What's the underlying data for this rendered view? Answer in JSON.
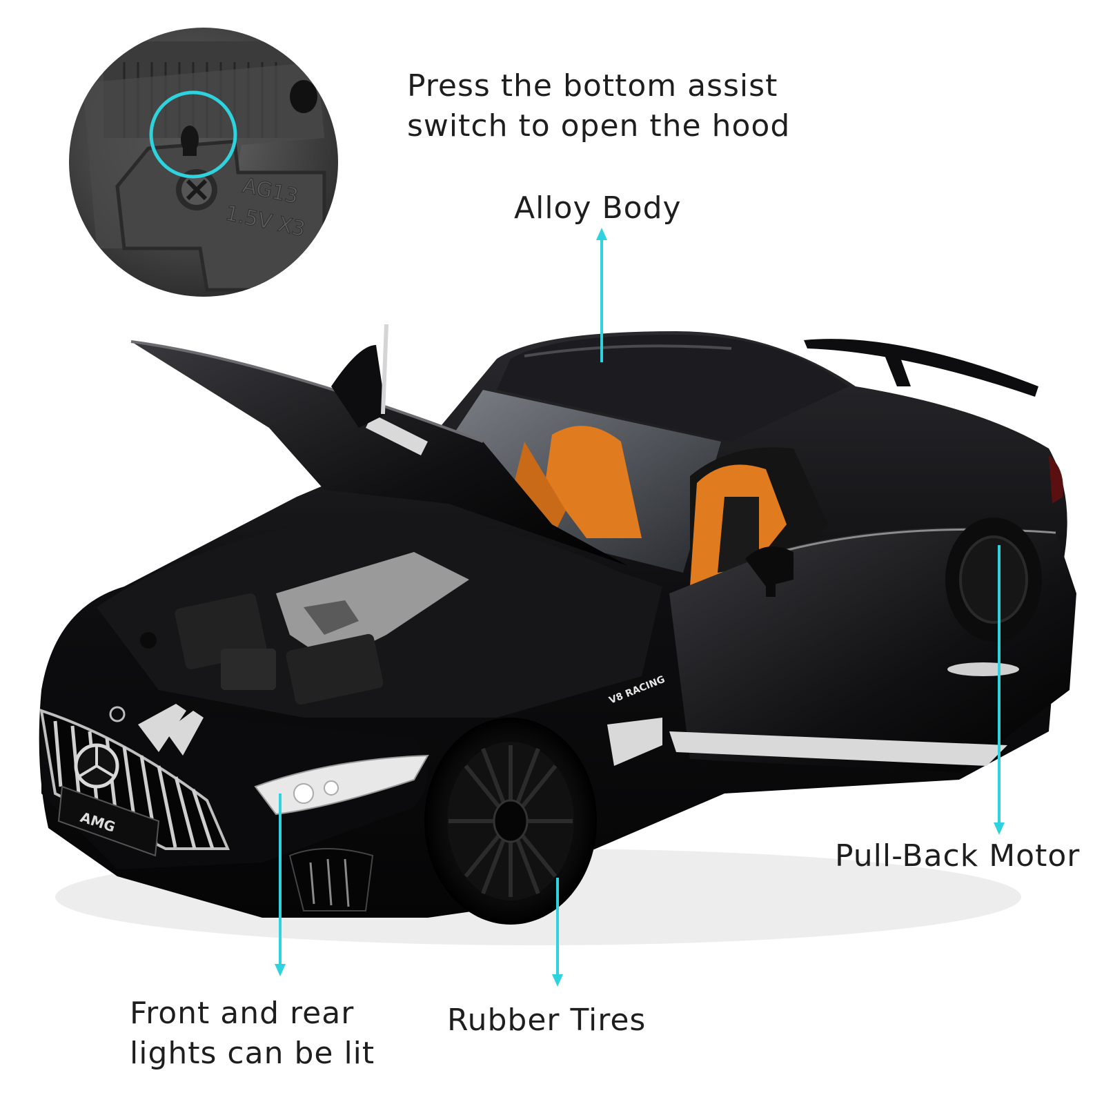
{
  "callouts": {
    "hood_switch": {
      "line1": "Press the bottom assist",
      "line2": "switch to open the hood"
    },
    "alloy_body": "Alloy Body",
    "pull_back_motor": "Pull-Back Motor",
    "lights": {
      "line1": "Front and rear",
      "line2": "lights can be lit"
    },
    "rubber_tires": "Rubber Tires"
  },
  "inset_markings": {
    "battery_model": "AG13",
    "battery_spec": "1.5V X3"
  },
  "car_badges": {
    "grille_badge": "AMG",
    "side_badge": "V8 RACING"
  },
  "colors": {
    "accent": "#2ed3de",
    "body": "#0b0b0d",
    "interior": "#e07b1f",
    "stripe": "#d9d9d9"
  },
  "icons": {
    "arrow": "arrow-up-icon",
    "highlight": "highlight-ring-icon",
    "screw": "screw-icon"
  }
}
